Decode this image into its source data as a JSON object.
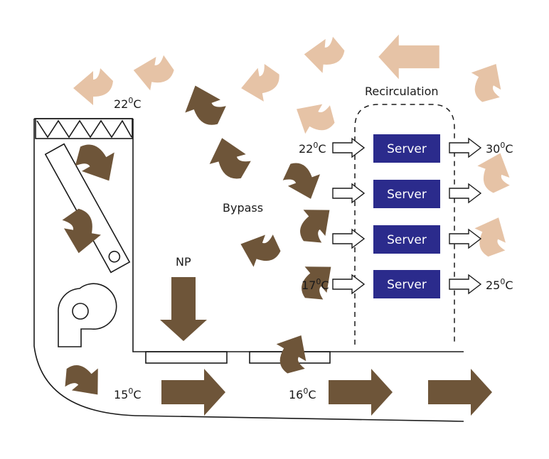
{
  "labels": {
    "recirculation": "Recirculation",
    "bypass": "Bypass",
    "np": "NP"
  },
  "temperatures": {
    "top_return": {
      "value": "22",
      "deg": "0",
      "unit": "C"
    },
    "server_intake_top": {
      "value": "22",
      "deg": "0",
      "unit": "C"
    },
    "server_intake_bottom": {
      "value": "17",
      "deg": "0",
      "unit": "C"
    },
    "server_exhaust_top": {
      "value": "30",
      "deg": "0",
      "unit": "C"
    },
    "server_exhaust_bottom": {
      "value": "25",
      "deg": "0",
      "unit": "C"
    },
    "supply_fan_out": {
      "value": "15",
      "deg": "0",
      "unit": "C"
    },
    "floor_mid": {
      "value": "16",
      "deg": "0",
      "unit": "C"
    }
  },
  "servers": [
    {
      "label": "Server"
    },
    {
      "label": "Server"
    },
    {
      "label": "Server"
    },
    {
      "label": "Server"
    }
  ],
  "colors": {
    "hot_air": "#e6c3a6",
    "cold_air": "#6e5539",
    "server": "#2b2b8c",
    "line": "#1a1a1a"
  }
}
